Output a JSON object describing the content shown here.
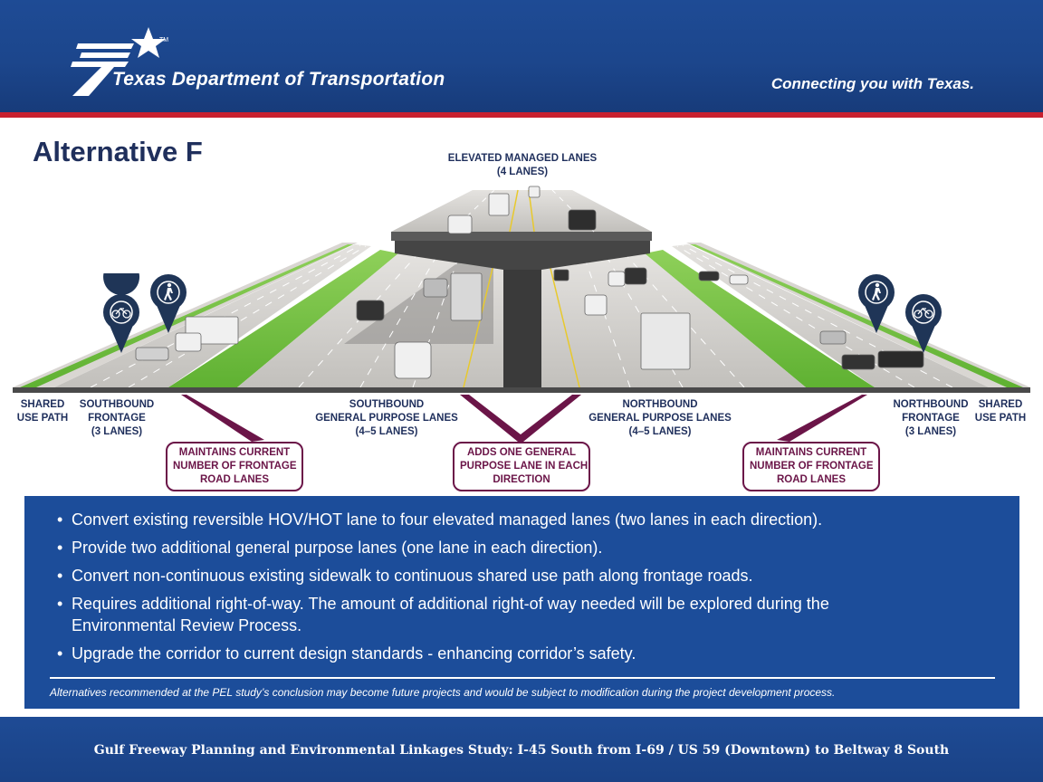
{
  "header": {
    "organization": "Texas Department of Transportation",
    "trademark": "TM",
    "tagline": "Connecting you with Texas."
  },
  "title": "Alternative F",
  "diagram": {
    "top_label": [
      "ELEVATED MANAGED LANES",
      "(4 LANES)"
    ],
    "labels": {
      "shared_use_left": [
        "SHARED",
        "USE PATH"
      ],
      "southbound_frontage": [
        "SOUTHBOUND",
        "FRONTAGE",
        "(3 LANES)"
      ],
      "southbound_gp": [
        "SOUTHBOUND",
        "GENERAL PURPOSE LANES",
        "(4–5 LANES)"
      ],
      "northbound_gp": [
        "NORTHBOUND",
        "GENERAL PURPOSE LANES",
        "(4–5 LANES)"
      ],
      "northbound_frontage": [
        "NORTHBOUND",
        "FRONTAGE",
        "(3 LANES)"
      ],
      "shared_use_right": [
        "SHARED",
        "USE PATH"
      ]
    },
    "callouts": {
      "left": [
        "MAINTAINS CURRENT",
        "NUMBER OF FRONTAGE",
        "ROAD LANES"
      ],
      "center": [
        "ADDS ONE GENERAL",
        "PURPOSE LANE IN EACH",
        "DIRECTION"
      ],
      "right": [
        "MAINTAINS CURRENT",
        "NUMBER OF FRONTAGE",
        "ROAD LANES"
      ]
    },
    "markers": {
      "left": [
        "bicycle-icon",
        "pedestrian-icon"
      ],
      "right": [
        "pedestrian-icon",
        "bicycle-icon"
      ]
    },
    "colors": {
      "pavement": "#c9c7c4",
      "grass": "#6cbf3a",
      "structure": "#3a3a3a",
      "marker": "#1f3557",
      "callout": "#6b1548"
    }
  },
  "bullets": [
    "Convert existing reversible HOV/HOT lane to four elevated managed lanes (two lanes in each direction).",
    "Provide two additional general purpose lanes (one lane in each direction).",
    "Convert non-continuous existing sidewalk to continuous shared use path along frontage roads.",
    "Requires additional right-of-way. The amount of additional right-of way needed will be explored during the Environmental Review Process.",
    "Upgrade the corridor to current design standards - enhancing corridor’s safety."
  ],
  "disclaimer": "Alternatives recommended at the PEL study’s conclusion may become future projects and would be subject to modification during the project development process.",
  "footer": "Gulf Freeway Planning and Environmental Linkages Study: I-45 South from I-69 / US 59 (Downtown) to Beltway 8 South"
}
